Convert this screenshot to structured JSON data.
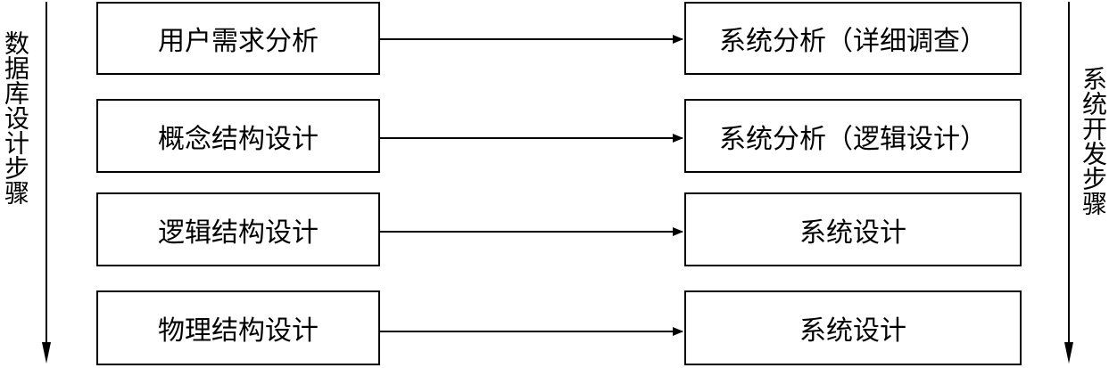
{
  "diagram": {
    "left_side_label": "数据库设计步骤",
    "right_side_label": "系统开发步骤",
    "rows": [
      {
        "db_step": "用户需求分析",
        "sys_step": "系统分析（详细调查）"
      },
      {
        "db_step": "概念结构设计",
        "sys_step": "系统分析（逻辑设计）"
      },
      {
        "db_step": "逻辑结构设计",
        "sys_step": "系统设计"
      },
      {
        "db_step": "物理结构设计",
        "sys_step": "系统设计"
      }
    ]
  }
}
